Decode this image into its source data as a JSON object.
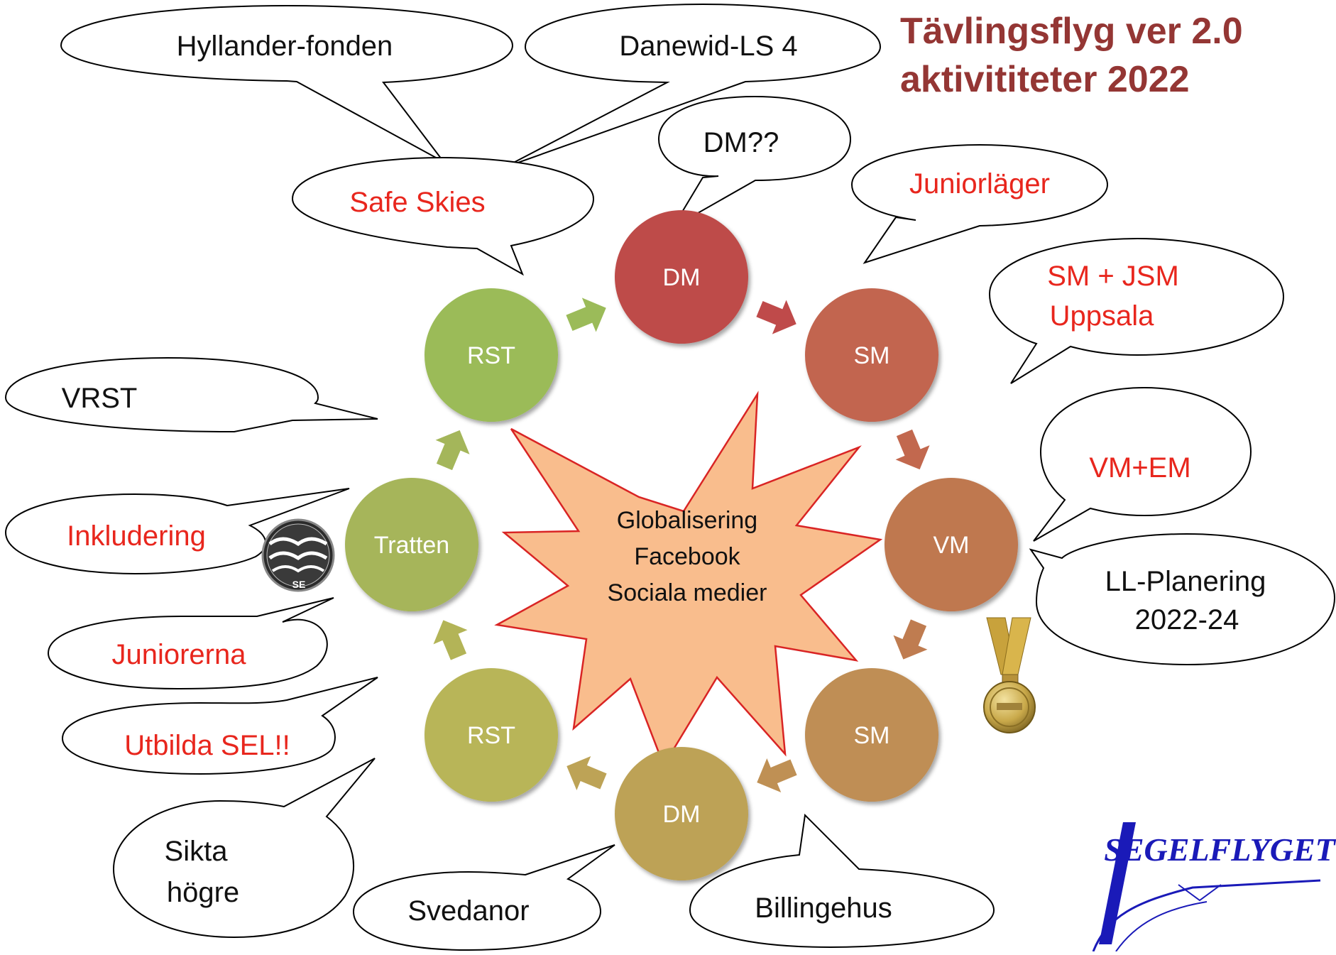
{
  "title": {
    "line1": "Tävlingsflyg ver 2.0",
    "line2": "aktivititeter 2022"
  },
  "colors": {
    "title": "#943634",
    "red_text": "#e8261d",
    "black_text": "#111111",
    "cycle_arrow_dm_sm": "#bf4a4a",
    "star_fill": "#f9bd8d",
    "star_stroke": "#d92424",
    "logo_blue": "#1a1ab8"
  },
  "cycle": {
    "nodes": [
      {
        "id": "dm-top",
        "label": "DM",
        "color": "#be4b48"
      },
      {
        "id": "sm-right-top",
        "label": "SM",
        "color": "#c2654f"
      },
      {
        "id": "vm",
        "label": "VM",
        "color": "#bf7850"
      },
      {
        "id": "sm-right-bottom",
        "label": "SM",
        "color": "#bf8e55"
      },
      {
        "id": "dm-bottom",
        "label": "DM",
        "color": "#bda256"
      },
      {
        "id": "rst-bottom",
        "label": "RST",
        "color": "#b8b559"
      },
      {
        "id": "tratten",
        "label": "Tratten",
        "color": "#a6b55a"
      },
      {
        "id": "rst-top",
        "label": "RST",
        "color": "#9bbb59"
      }
    ],
    "arrow_colors": [
      "#bf4a4a",
      "#c2684e",
      "#bf7c50",
      "#bf9054",
      "#bda356",
      "#b3b457",
      "#a4b65a",
      "#9bbb59"
    ]
  },
  "center": {
    "lines": [
      "Globalisering",
      "Facebook",
      "Sociala medier"
    ]
  },
  "callouts": [
    {
      "id": "hyllander",
      "lines": [
        "Hyllander-fonden"
      ],
      "color": "black"
    },
    {
      "id": "danewid",
      "lines": [
        "Danewid-LS 4"
      ],
      "color": "black"
    },
    {
      "id": "safe-skies",
      "lines": [
        "Safe Skies"
      ],
      "color": "red"
    },
    {
      "id": "dm-question",
      "lines": [
        "DM??"
      ],
      "color": "black"
    },
    {
      "id": "juniorlager",
      "lines": [
        "Juniorläger"
      ],
      "color": "red"
    },
    {
      "id": "sm-jsm",
      "lines": [
        "SM + JSM",
        "Uppsala"
      ],
      "color": "red"
    },
    {
      "id": "vrst",
      "lines": [
        "VRST"
      ],
      "color": "black"
    },
    {
      "id": "vm-em",
      "lines": [
        "VM+EM"
      ],
      "color": "red"
    },
    {
      "id": "inkludering",
      "lines": [
        "Inkludering"
      ],
      "color": "red"
    },
    {
      "id": "ll-planering",
      "lines": [
        "LL-Planering",
        "2022-24"
      ],
      "color": "black"
    },
    {
      "id": "juniorerna",
      "lines": [
        "Juniorerna"
      ],
      "color": "red"
    },
    {
      "id": "utbilda",
      "lines": [
        "Utbilda SEL!!"
      ],
      "color": "red"
    },
    {
      "id": "sikta",
      "lines": [
        "Sikta",
        "högre"
      ],
      "color": "black"
    },
    {
      "id": "svedanor",
      "lines": [
        "Svedanor"
      ],
      "color": "black"
    },
    {
      "id": "billingehus",
      "lines": [
        "Billingehus"
      ],
      "color": "black"
    }
  ],
  "badge": {
    "text": "SE"
  },
  "logo": {
    "text": "SEGELFLYGET"
  }
}
